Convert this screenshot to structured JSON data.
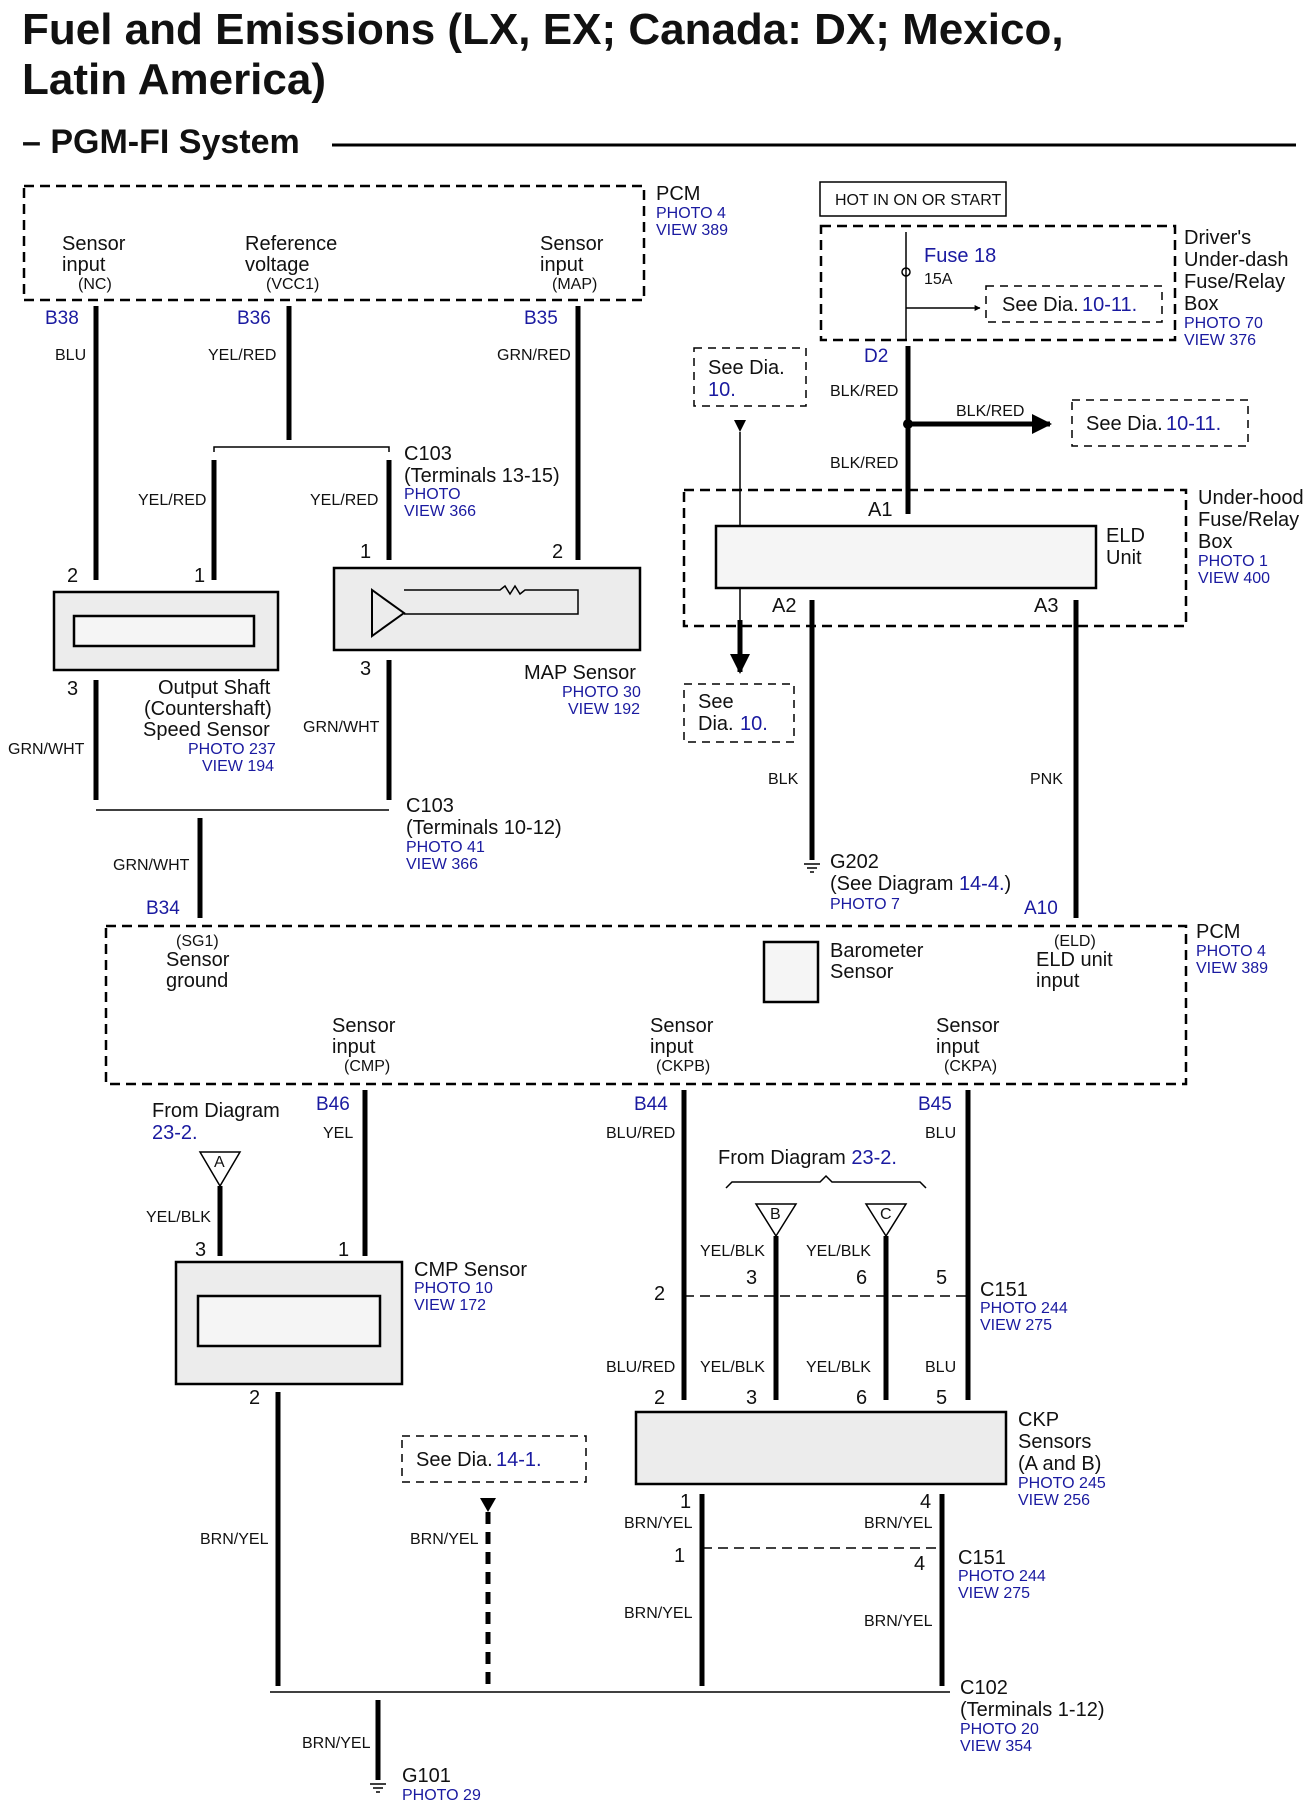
{
  "header": {
    "title_line1": "Fuel and Emissions (LX, EX; Canada: DX; Mexico,",
    "title_line2": "Latin America)",
    "subtitle": "– PGM-FI System"
  },
  "pcm_top": {
    "name": "PCM",
    "photo": "PHOTO 4",
    "view": "VIEW 389",
    "inputs": [
      {
        "l1": "Sensor",
        "l2": "input",
        "code": "(NC)",
        "pin": "B38",
        "wire": "BLU"
      },
      {
        "l1": "Reference",
        "l2": "voltage",
        "code": "(VCC1)",
        "pin": "B36",
        "wire": "YEL/RED"
      },
      {
        "l1": "Sensor",
        "l2": "input",
        "code": "(MAP)",
        "pin": "B35",
        "wire": "GRN/RED"
      }
    ]
  },
  "hot_label": "HOT IN ON OR START",
  "fuse_box": {
    "fuse": "Fuse 18",
    "amps": "15A",
    "see_text": "See Dia.",
    "see_ref": "10-11.",
    "name_l1": "Driver's",
    "name_l2": "Under-dash",
    "name_l3": "Fuse/Relay",
    "name_l4": "Box",
    "photo": "PHOTO 70",
    "view": "VIEW 376",
    "pin": "D2"
  },
  "see_dia_10_top": {
    "text": "See Dia.",
    "ref": "10."
  },
  "see_dia_10_bottom": {
    "text": "See",
    "text2": "Dia.",
    "ref": "10."
  },
  "see_dia_1011_right": {
    "text": "See Dia.",
    "ref": "10-11."
  },
  "blk_red_labels": [
    "BLK/RED",
    "BLK/RED",
    "BLK/RED"
  ],
  "c103_top": {
    "name": "C103",
    "terminals": "(Terminals 13-15)",
    "photo": "PHOTO",
    "view": "VIEW 366",
    "wire_left": "YEL/RED",
    "wire_right": "YEL/RED"
  },
  "oss": {
    "l1": "Output Shaft",
    "l2": "(Countershaft)",
    "l3": "Speed Sensor",
    "photo": "PHOTO 237",
    "view": "VIEW 194",
    "pins": [
      "2",
      "1",
      "3"
    ]
  },
  "map": {
    "name": "MAP Sensor",
    "photo": "PHOTO 30",
    "view": "VIEW 192",
    "pins": [
      "1",
      "2",
      "3"
    ]
  },
  "eld": {
    "name_l1": "ELD",
    "name_l2": "Unit",
    "pins": [
      "A1",
      "A2",
      "A3"
    ]
  },
  "underhood": {
    "l1": "Under-hood",
    "l2": "Fuse/Relay",
    "l3": "Box",
    "photo": "PHOTO 1",
    "view": "VIEW 400"
  },
  "grn_wht_labels": [
    "GRN/WHT",
    "GRN/WHT",
    "GRN/WHT"
  ],
  "c103_mid": {
    "name": "C103",
    "terminals": "(Terminals 10-12)",
    "photo": "PHOTO 41",
    "view": "VIEW 366"
  },
  "eld_wires": {
    "left": "BLK",
    "right": "PNK"
  },
  "g202": {
    "name": "G202",
    "note": "(See Diagram ",
    "ref": "14-4.",
    "close": ")",
    "photo": "PHOTO 7"
  },
  "pcm_mid": {
    "name": "PCM",
    "photo": "PHOTO 4",
    "view": "VIEW 389",
    "pin_b34": "B34",
    "pin_a10": "A10",
    "sg1": "(SG1)",
    "sg_l1": "Sensor",
    "sg_l2": "ground",
    "baro_l1": "Barometer",
    "baro_l2": "Sensor",
    "eld_code": "(ELD)",
    "eld_l1": "ELD unit",
    "eld_l2": "input",
    "outputs": [
      {
        "l1": "Sensor",
        "l2": "input",
        "code": "(CMP)",
        "pin": "B46",
        "wire": "YEL"
      },
      {
        "l1": "Sensor",
        "l2": "input",
        "code": "(CKPB)",
        "pin": "B44",
        "wire": "BLU/RED"
      },
      {
        "l1": "Sensor",
        "l2": "input",
        "code": "(CKPA)",
        "pin": "B45",
        "wire": "BLU"
      }
    ]
  },
  "from_diag_left": {
    "text": "From Diagram",
    "ref": "23-2.",
    "tag": "A",
    "wire": "YEL/BLK"
  },
  "from_diag_right": {
    "text": "From Diagram ",
    "ref": "23-2.",
    "tags": [
      "B",
      "C"
    ],
    "wires": [
      "YEL/BLK",
      "YEL/BLK"
    ]
  },
  "cmp": {
    "name": "CMP Sensor",
    "photo": "PHOTO 10",
    "view": "VIEW 172",
    "pins": [
      "3",
      "1",
      "2"
    ]
  },
  "c151_top": {
    "name": "C151",
    "photo": "PHOTO 244",
    "view": "VIEW 275",
    "pins": [
      "2",
      "3",
      "6",
      "5"
    ]
  },
  "ckp_wires_mid": [
    "BLU/RED",
    "YEL/BLK",
    "YEL/BLK",
    "BLU"
  ],
  "ckp": {
    "l1": "CKP",
    "l2": "Sensors",
    "l3": "(A and B)",
    "photo": "PHOTO 245",
    "view": "VIEW 256",
    "pins_top": [
      "2",
      "3",
      "6",
      "5"
    ],
    "pins_bottom": [
      "1",
      "4"
    ]
  },
  "see_dia_141": {
    "text": "See Dia.",
    "ref": "14-1."
  },
  "c151_bottom": {
    "name": "C151",
    "photo": "PHOTO 244",
    "view": "VIEW 275",
    "pins": [
      "1",
      "4"
    ]
  },
  "brn_yel_labels": [
    "BRN/YEL",
    "BRN/YEL",
    "BRN/YEL",
    "BRN/YEL",
    "BRN/YEL",
    "BRN/YEL",
    "BRN/YEL"
  ],
  "c102": {
    "name": "C102",
    "terminals": "(Terminals 1-12)",
    "photo": "PHOTO 20",
    "view": "VIEW 354"
  },
  "g101": {
    "name": "G101",
    "photo": "PHOTO 29"
  }
}
